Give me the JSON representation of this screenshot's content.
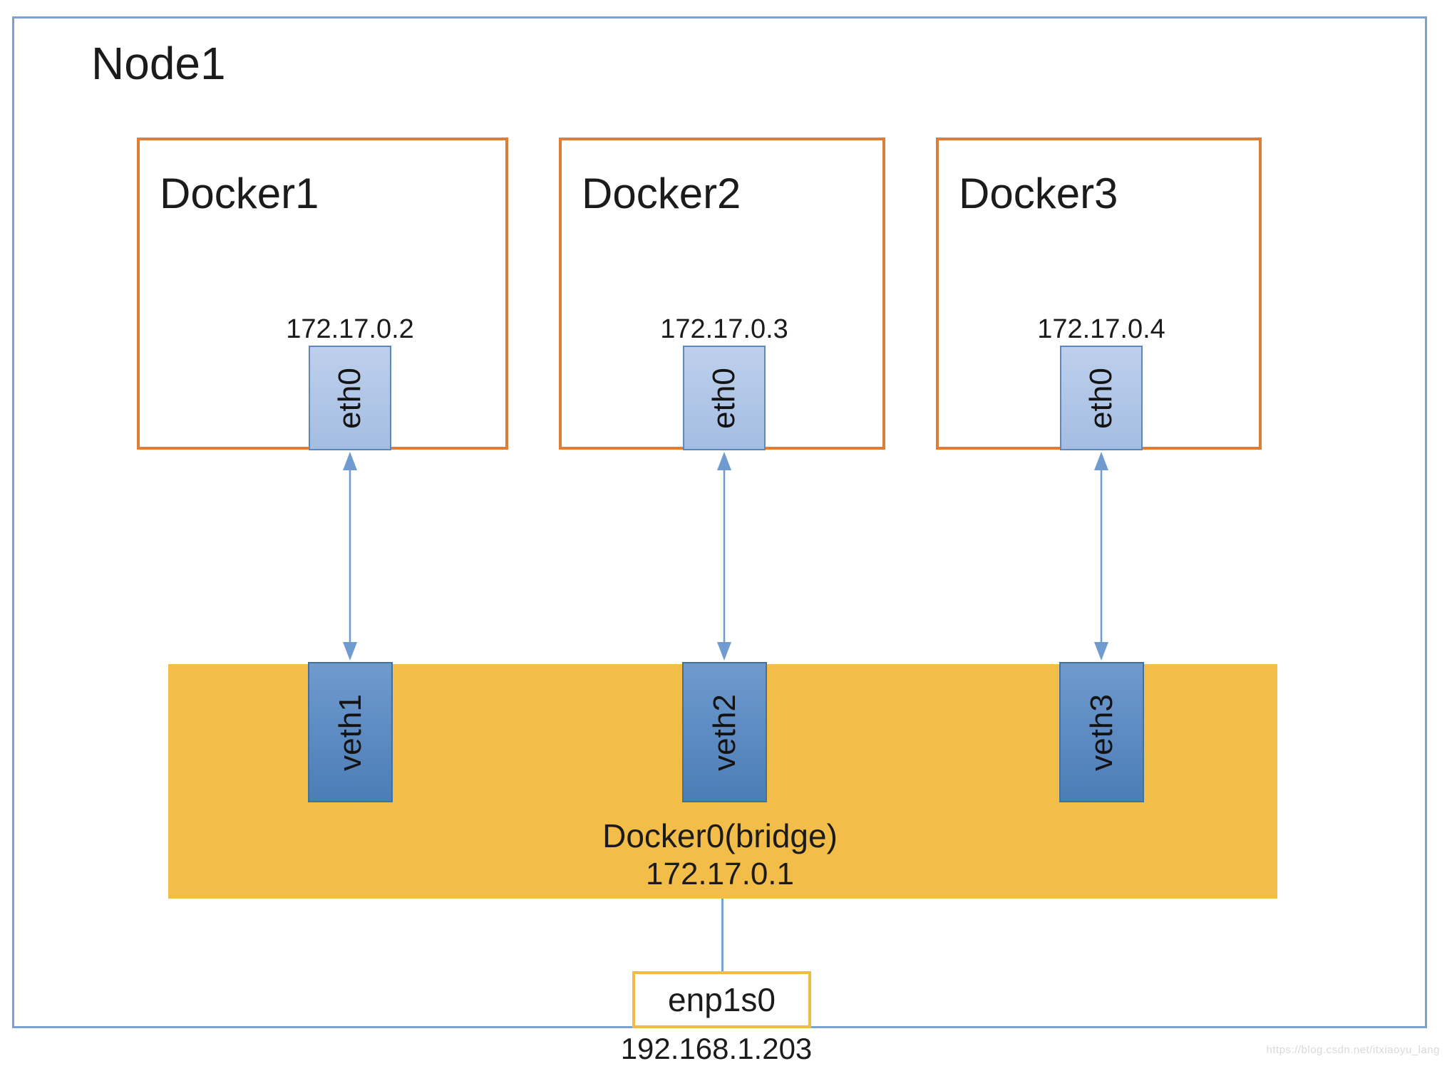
{
  "node": {
    "label": "Node1",
    "containers": [
      {
        "name": "Docker1",
        "iface": "eth0",
        "ip": "172.17.0.2",
        "veth": "veth1"
      },
      {
        "name": "Docker2",
        "iface": "eth0",
        "ip": "172.17.0.3",
        "veth": "veth2"
      },
      {
        "name": "Docker3",
        "iface": "eth0",
        "ip": "172.17.0.4",
        "veth": "veth3"
      }
    ],
    "bridge": {
      "name": "Docker0(bridge)",
      "ip": "172.17.0.1"
    },
    "external_iface": {
      "name": "enp1s0",
      "ip": "192.168.1.203"
    }
  },
  "watermark": "https://blog.csdn.net/itxiaoyu_lang",
  "colors": {
    "node_border": "#7aa1d1",
    "container_border": "#de7e35",
    "eth_border": "#5e88bd",
    "veth_border": "#41719c",
    "bridge_fill": "#f2bd48",
    "external_border": "#f0bc45",
    "arrow": "#6f9bd0",
    "text": "#1b1b1b",
    "watermark": "#d9d9d9"
  }
}
